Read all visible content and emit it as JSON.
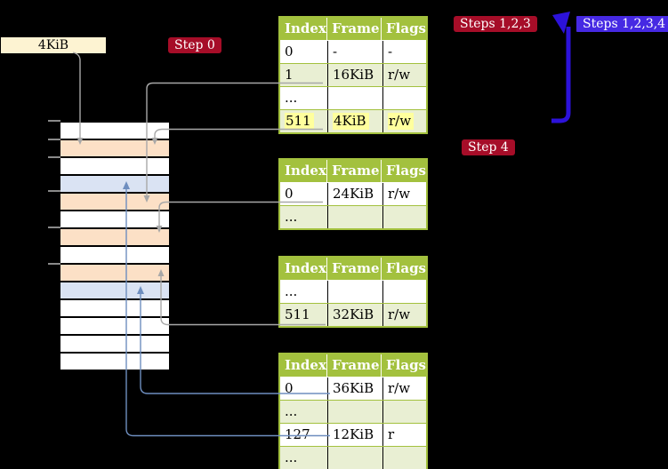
{
  "colors": {
    "header_green": "#a3c13e",
    "row_green": "#e9efd3",
    "peach": "#fce0c6",
    "light_blue": "#dae3f3",
    "cream": "#fdf3d2",
    "dark_red": "#a60d28",
    "badge_blue": "#4629e3",
    "arrow_blue": "#2c12da",
    "connector_grey": "#a8a8a8",
    "connector_blue": "#6e8ebf",
    "highlight_yellow": "#ffff9d"
  },
  "labels": {
    "frame_size": "4KiB",
    "step0": "Step 0",
    "steps123": "Steps 1,2,3",
    "steps1234": "Steps 1,2,3,4",
    "step4": "Step 4"
  },
  "memory_column": {
    "rows": [
      "white",
      "peach",
      "white",
      "blue",
      "peach",
      "white",
      "peach",
      "white",
      "peach",
      "blue",
      "white",
      "white",
      "white",
      "white"
    ]
  },
  "page_tables": [
    {
      "name": "page-table-1",
      "headers": [
        "Index",
        "Frame",
        "Flags"
      ],
      "rows": [
        {
          "cells": [
            "0",
            "-",
            "-"
          ],
          "shaded": false,
          "highlighted": false
        },
        {
          "cells": [
            "1",
            "16KiB",
            "r/w"
          ],
          "shaded": true,
          "highlighted": false
        },
        {
          "cells": [
            "...",
            "",
            ""
          ],
          "shaded": false,
          "highlighted": false
        },
        {
          "cells": [
            "511",
            "4KiB",
            "r/w"
          ],
          "shaded": true,
          "highlighted": true
        }
      ]
    },
    {
      "name": "page-table-2",
      "headers": [
        "Index",
        "Frame",
        "Flags"
      ],
      "rows": [
        {
          "cells": [
            "0",
            "24KiB",
            "r/w"
          ],
          "shaded": false,
          "highlighted": false
        },
        {
          "cells": [
            "...",
            "",
            ""
          ],
          "shaded": true,
          "highlighted": false
        }
      ]
    },
    {
      "name": "page-table-3",
      "headers": [
        "Index",
        "Frame",
        "Flags"
      ],
      "rows": [
        {
          "cells": [
            "...",
            "",
            ""
          ],
          "shaded": false,
          "highlighted": false
        },
        {
          "cells": [
            "511",
            "32KiB",
            "r/w"
          ],
          "shaded": true,
          "highlighted": false
        }
      ]
    },
    {
      "name": "page-table-4",
      "headers": [
        "Index",
        "Frame",
        "Flags"
      ],
      "rows": [
        {
          "cells": [
            "0",
            "36KiB",
            "r/w"
          ],
          "shaded": false,
          "highlighted": false
        },
        {
          "cells": [
            "...",
            "",
            ""
          ],
          "shaded": true,
          "highlighted": false
        },
        {
          "cells": [
            "127",
            "12KiB",
            "r"
          ],
          "shaded": false,
          "highlighted": false
        },
        {
          "cells": [
            "...",
            "",
            ""
          ],
          "shaded": true,
          "highlighted": false
        }
      ]
    }
  ]
}
